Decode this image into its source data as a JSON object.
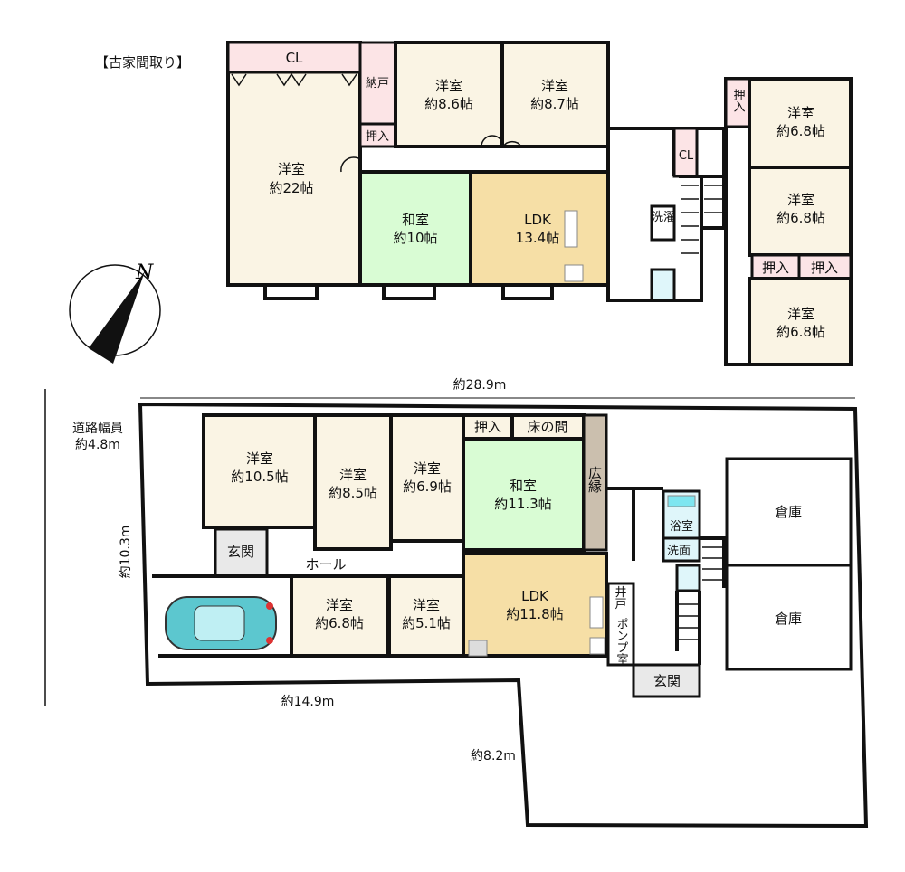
{
  "title": "【古家間取り】",
  "old_house": {
    "rooms": [
      {
        "name": "CL"
      },
      {
        "name": "納戸"
      },
      {
        "name": "押入"
      },
      {
        "name": "洋室",
        "size": "約8.6帖"
      },
      {
        "name": "洋室",
        "size": "約8.7帖"
      },
      {
        "name": "洋室",
        "size": "約22帖"
      },
      {
        "name": "和室",
        "size": "約10帖"
      },
      {
        "name": "LDK",
        "size": "13.4帖"
      },
      {
        "name": "CL"
      },
      {
        "name": "洗濯"
      }
    ],
    "annex": [
      {
        "name": "押入"
      },
      {
        "name": "洋室",
        "size": "約6.8帖"
      },
      {
        "name": "洋室",
        "size": "約6.8帖"
      },
      {
        "name": "押入"
      },
      {
        "name": "押入"
      },
      {
        "name": "洋室",
        "size": "約6.8帖"
      }
    ]
  },
  "compass": {
    "label": "N"
  },
  "site": {
    "dimensions": {
      "top": "約28.9m",
      "left": "約10.3m",
      "bottom": "約14.9m",
      "step": "約8.2m"
    },
    "road": {
      "label": "道路幅員",
      "width": "約4.8m"
    },
    "rooms": [
      {
        "name": "洋室",
        "size": "約10.5帖"
      },
      {
        "name": "洋室",
        "size": "約8.5帖"
      },
      {
        "name": "洋室",
        "size": "約6.9帖"
      },
      {
        "name": "押入"
      },
      {
        "name": "床の間"
      },
      {
        "name": "和室",
        "size": "約11.3帖"
      },
      {
        "name": "広縁"
      },
      {
        "name": "玄関"
      },
      {
        "name": "ホール"
      },
      {
        "name": "洋室",
        "size": "約6.8帖"
      },
      {
        "name": "洋室",
        "size": "約5.1帖"
      },
      {
        "name": "LDK",
        "size": "約11.8帖"
      },
      {
        "name": "井戸ポンプ室",
        "line1": "井",
        "line2": "戸",
        "line3": "ポンプ室"
      },
      {
        "name": "玄関"
      },
      {
        "name": "浴室"
      },
      {
        "name": "洗面"
      },
      {
        "name": "倉庫"
      },
      {
        "name": "倉庫"
      }
    ]
  },
  "colors": {
    "western": "#faf4e4",
    "japanese": "#d9fcd4",
    "ldk": "#f6dfa6",
    "closet": "#fce4e6",
    "wet": "#dff6fa",
    "car": "#5cc7cf"
  }
}
